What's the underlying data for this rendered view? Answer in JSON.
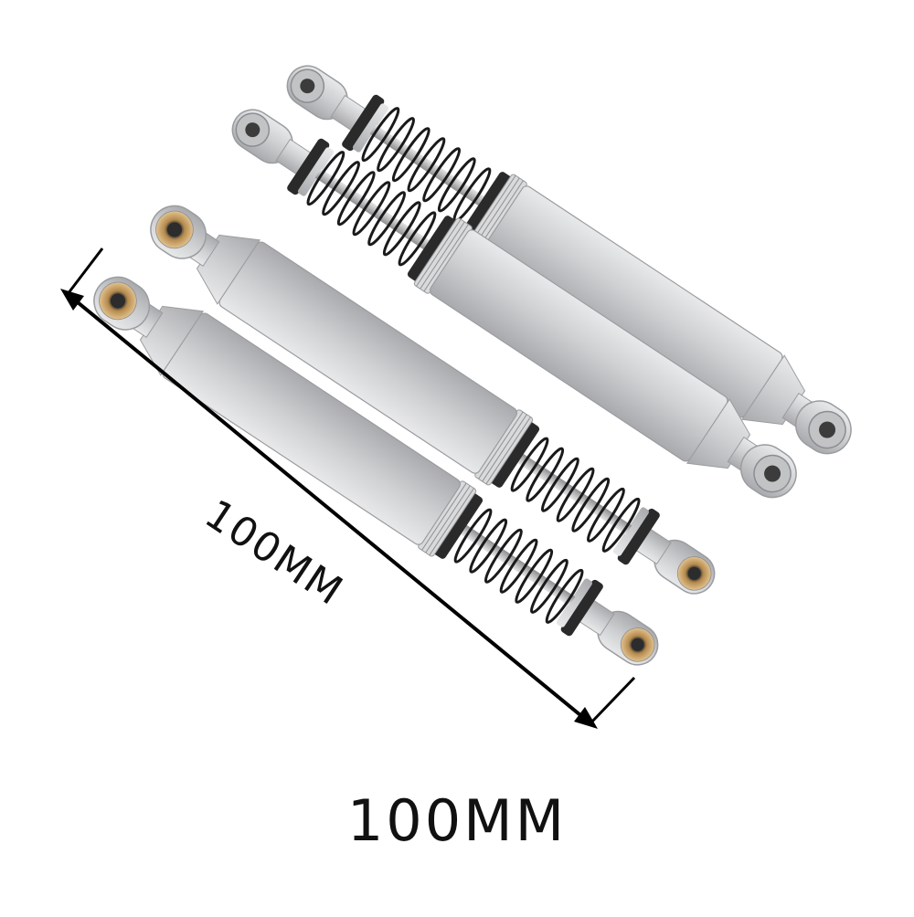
{
  "product": {
    "shock_count": 4,
    "color_body": "#c9cacc",
    "color_body_shadow": "#a7a8ab",
    "color_body_light": "#e6e7e8",
    "color_spring": "#1a1a1a",
    "color_rod": "#b8b9bb",
    "color_bushing": "#c9a066"
  },
  "dimension": {
    "diagonal_label": "100MM",
    "caption": "100MM",
    "line_color": "#000000"
  }
}
